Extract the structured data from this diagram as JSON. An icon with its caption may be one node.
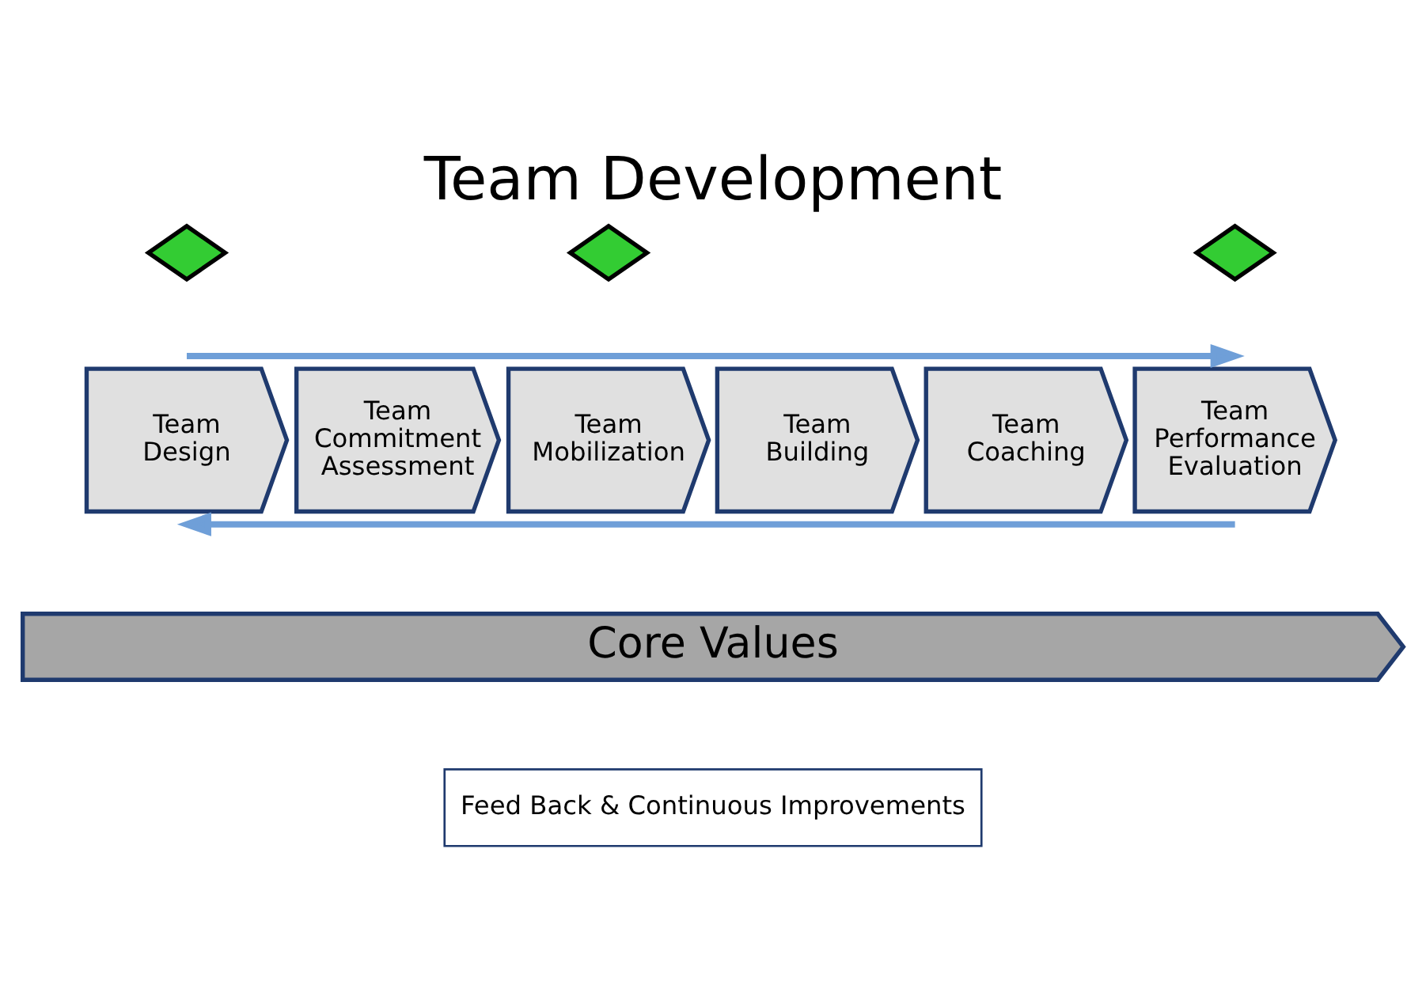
{
  "diagram": {
    "title": "Team Development",
    "nodes": [
      {
        "text": [
          "Team Design"
        ]
      },
      {
        "text": [
          "Team Commitment Assessment"
        ]
      },
      {
        "text": [
          "Team Mobilization"
        ]
      },
      {
        "text": [
          "Team Building"
        ]
      },
      {
        "text": [
          "Team Coaching"
        ]
      },
      {
        "text": [
          "Team Performance Evaluation"
        ]
      },
      {
        "text": [
          "Core Values"
        ]
      },
      {
        "text": [],
        "shape": "diamond"
      },
      {
        "text": [],
        "shape": "diamond"
      },
      {
        "text": [],
        "shape": "diamond"
      },
      {
        "text": [
          "Feed Back & Continuous Improvements"
        ]
      }
    ],
    "edges": [
      {
        "from": 0,
        "to": 5,
        "arrow": "to"
      },
      {
        "from": 5,
        "to": 0,
        "arrow": "to"
      }
    ]
  }
}
